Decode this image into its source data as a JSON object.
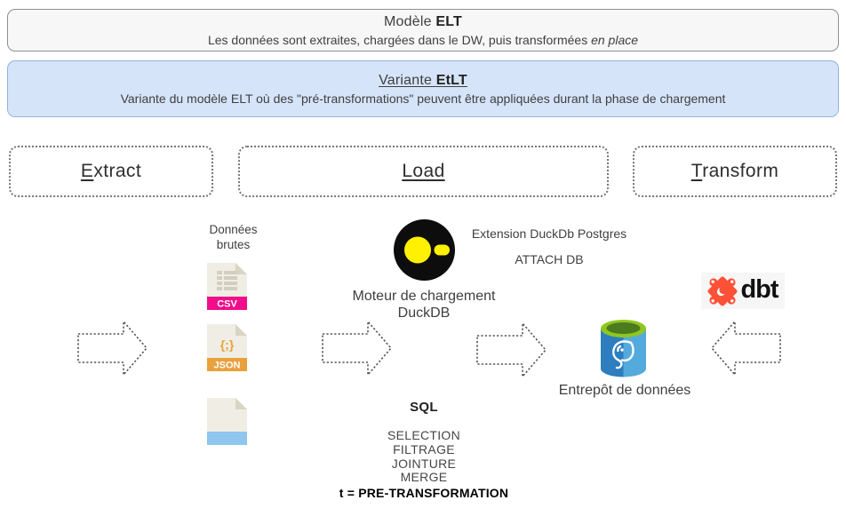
{
  "banner_elt": {
    "title_prefix": "Modèle ",
    "title_bold": "ELT",
    "desc_plain": "Les données sont extraites, chargées dans le DW, puis transformées ",
    "desc_italic": "en place"
  },
  "banner_etlt": {
    "title_prefix": "Variante ",
    "title_bold": "EtLT",
    "desc": "Variante du modèle ELT où des \"pré-transformations\" peuvent être appliquées durant la phase de chargement"
  },
  "phases": [
    {
      "lead": "E",
      "rest": "xtract"
    },
    {
      "lead": "Load",
      "rest": ""
    },
    {
      "lead": "T",
      "rest": "ransform"
    }
  ],
  "diagram": {
    "sources": {
      "label_line1": "Données",
      "label_line2": "brutes",
      "files": [
        {
          "type": "csv",
          "badge": "CSV",
          "badge_color": "#f20d8a"
        },
        {
          "type": "json",
          "badge": "JSON",
          "badge_color": "#e9a13c",
          "glyph": "{;}"
        },
        {
          "type": "plain",
          "badge": "",
          "badge_color": "#8ec6ee"
        }
      ]
    },
    "duckdb": {
      "caption_line1": "Moteur de chargement",
      "caption_line2": "DuckDB",
      "colors": {
        "circle": "#0d0d0d",
        "duck": "#fff100"
      }
    },
    "extension": {
      "line1": "Extension DuckDb Postgres",
      "line2": "ATTACH DB"
    },
    "warehouse": {
      "caption": "Entrepôt de données",
      "colors": {
        "body_left": "#2d7dbf",
        "body_right": "#54aadc",
        "lid": "#8fc620",
        "lid_inner": "#4c7a1e"
      }
    },
    "dbt": {
      "label": "dbt",
      "colors": {
        "icon": "#ff5138"
      }
    },
    "sql": {
      "title": "SQL",
      "ops": [
        "SELECTION",
        "FILTRAGE",
        "JOINTURE",
        "MERGE"
      ],
      "highlight": "t = PRE-TRANSFORMATION"
    }
  }
}
